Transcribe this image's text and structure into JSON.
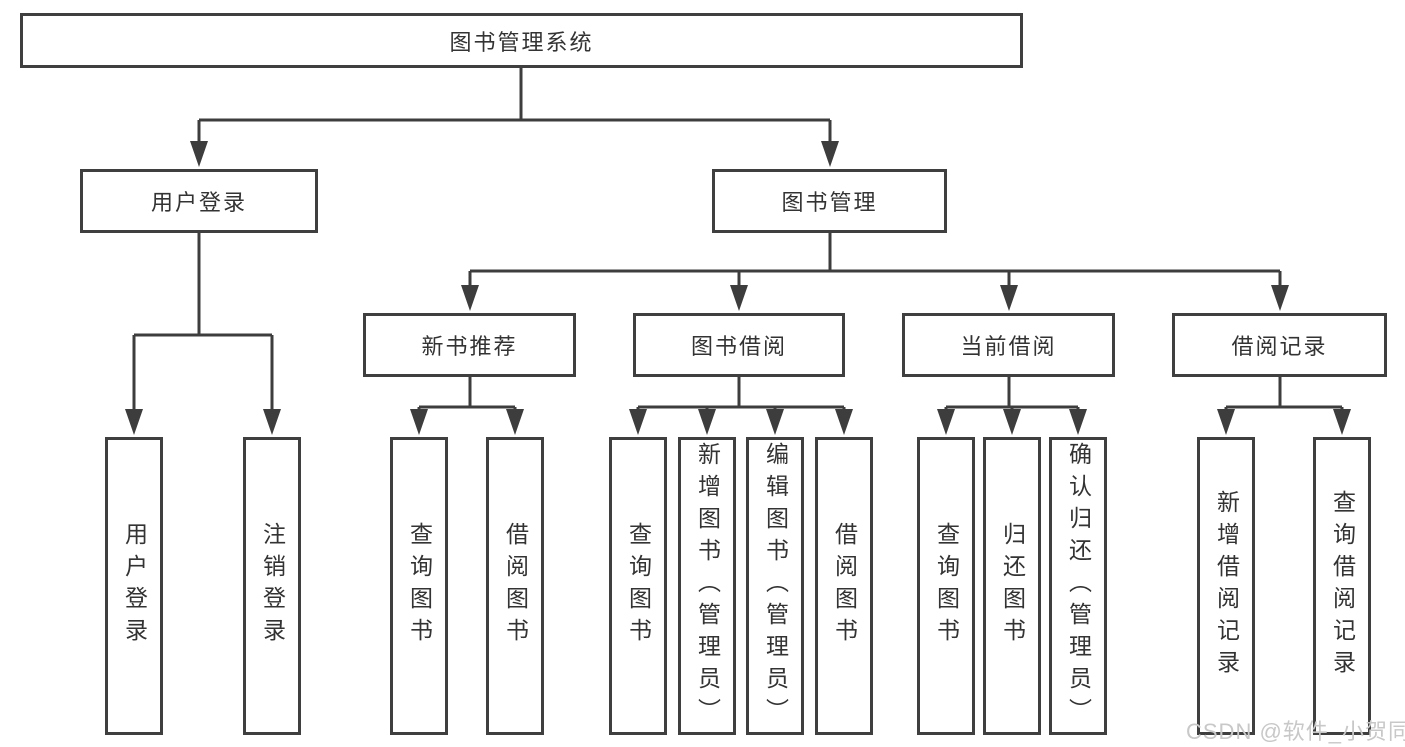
{
  "tree": {
    "label": "图书管理系统",
    "children": [
      {
        "label": "用户登录",
        "children": [
          {
            "label": "用户登录"
          },
          {
            "label": "注销登录"
          }
        ]
      },
      {
        "label": "图书管理",
        "children": [
          {
            "label": "新书推荐",
            "children": [
              {
                "label": "查询图书"
              },
              {
                "label": "借阅图书"
              }
            ]
          },
          {
            "label": "图书借阅",
            "children": [
              {
                "label": "查询图书"
              },
              {
                "label": "新增图书（管理员）"
              },
              {
                "label": "编辑图书（管理员）"
              },
              {
                "label": "借阅图书"
              }
            ]
          },
          {
            "label": "当前借阅",
            "children": [
              {
                "label": "查询图书"
              },
              {
                "label": "归还图书"
              },
              {
                "label": "确认归还（管理员）"
              }
            ]
          },
          {
            "label": "借阅记录",
            "children": [
              {
                "label": "新增借阅记录"
              },
              {
                "label": "查询借阅记录"
              }
            ]
          }
        ]
      }
    ]
  },
  "watermark": {
    "text": "CSDN @软件_小贺同学"
  },
  "colors": {
    "line": "#3d3d3d",
    "border": "#3f3f3f",
    "text": "#333333",
    "watermark": "#c8c8c8",
    "background": "#ffffff"
  }
}
